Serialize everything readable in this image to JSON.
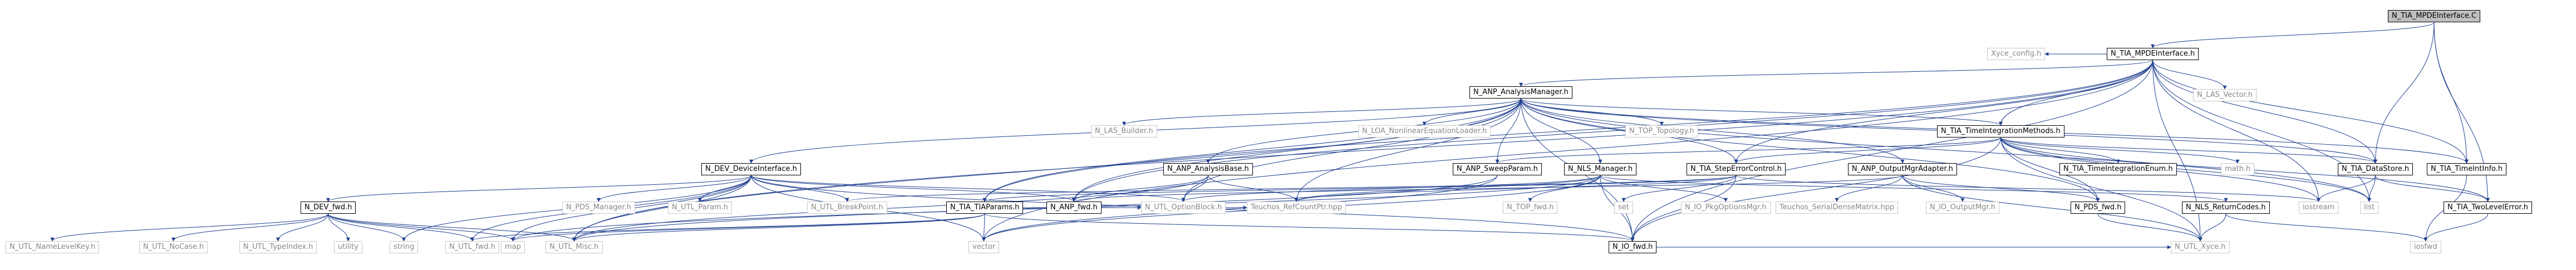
{
  "diagram": {
    "root": "N_TIA_MPDEInterface.C",
    "nodes": [
      {
        "id": "n_root",
        "label": "N_TIA_MPDEInterface.C",
        "kind": "root"
      },
      {
        "id": "n_mpde_h",
        "label": "N_TIA_MPDEInterface.h",
        "kind": "doc"
      },
      {
        "id": "n_xyce_config",
        "label": "Xyce_config.h",
        "kind": "ext"
      },
      {
        "id": "n_anp_am",
        "label": "N_ANP_AnalysisManager.h",
        "kind": "doc"
      },
      {
        "id": "n_las_vector",
        "label": "N_LAS_Vector.h",
        "kind": "ext"
      },
      {
        "id": "n_las_builder",
        "label": "N_LAS_Builder.h",
        "kind": "ext"
      },
      {
        "id": "n_loa_nonlin",
        "label": "N_LOA_NonlinearEquationLoader.h",
        "kind": "ext"
      },
      {
        "id": "n_top_topology",
        "label": "N_TOP_Topology.h",
        "kind": "ext"
      },
      {
        "id": "n_tia_tim",
        "label": "N_TIA_TimeIntegrationMethods.h",
        "kind": "doc"
      },
      {
        "id": "n_dev_di",
        "label": "N_DEV_DeviceInterface.h",
        "kind": "doc"
      },
      {
        "id": "n_anp_ab",
        "label": "N_ANP_AnalysisBase.h",
        "kind": "doc"
      },
      {
        "id": "n_anp_sweep",
        "label": "N_ANP_SweepParam.h",
        "kind": "doc"
      },
      {
        "id": "n_nls_mgr",
        "label": "N_NLS_Manager.h",
        "kind": "doc"
      },
      {
        "id": "n_tia_sec",
        "label": "N_TIA_StepErrorControl.h",
        "kind": "doc"
      },
      {
        "id": "n_anp_oma",
        "label": "N_ANP_OutputMgrAdapter.h",
        "kind": "doc"
      },
      {
        "id": "n_tia_tienum",
        "label": "N_TIA_TimeIntegrationEnum.h",
        "kind": "doc"
      },
      {
        "id": "n_math",
        "label": "math.h",
        "kind": "ext"
      },
      {
        "id": "n_tia_ds",
        "label": "N_TIA_DataStore.h",
        "kind": "doc"
      },
      {
        "id": "n_tia_tii",
        "label": "N_TIA_TimeIntInfo.h",
        "kind": "doc"
      },
      {
        "id": "n_dev_fwd",
        "label": "N_DEV_fwd.h",
        "kind": "doc"
      },
      {
        "id": "n_pds_mgr",
        "label": "N_PDS_Manager.h",
        "kind": "ext"
      },
      {
        "id": "n_utl_param",
        "label": "N_UTL_Param.h",
        "kind": "ext"
      },
      {
        "id": "n_utl_bp",
        "label": "N_UTL_BreakPoint.h",
        "kind": "ext"
      },
      {
        "id": "n_anp_fwd",
        "label": "N_ANP_fwd.h",
        "kind": "doc"
      },
      {
        "id": "n_utl_ob",
        "label": "N_UTL_OptionBlock.h",
        "kind": "ext"
      },
      {
        "id": "n_teuchos_rcp",
        "label": "Teuchos_RefCountPtr.hpp",
        "kind": "ext"
      },
      {
        "id": "n_tia_tp",
        "label": "N_TIA_TIAParams.h",
        "kind": "doc"
      },
      {
        "id": "n_top_fwd",
        "label": "N_TOP_fwd.h",
        "kind": "ext"
      },
      {
        "id": "n_set",
        "label": "set",
        "kind": "ext"
      },
      {
        "id": "n_io_pkg",
        "label": "N_IO_PkgOptionsMgr.h",
        "kind": "ext"
      },
      {
        "id": "n_teuchos_sdm",
        "label": "Teuchos_SerialDenseMatrix.hpp",
        "kind": "ext"
      },
      {
        "id": "n_io_om",
        "label": "N_IO_OutputMgr.h",
        "kind": "ext"
      },
      {
        "id": "n_pds_fwd",
        "label": "N_PDS_fwd.h",
        "kind": "doc"
      },
      {
        "id": "n_nls_rc",
        "label": "N_NLS_ReturnCodes.h",
        "kind": "doc"
      },
      {
        "id": "n_iostream",
        "label": "iostream",
        "kind": "ext"
      },
      {
        "id": "n_list",
        "label": "list",
        "kind": "ext"
      },
      {
        "id": "n_tia_tle",
        "label": "N_TIA_TwoLevelError.h",
        "kind": "doc"
      },
      {
        "id": "n_iosfwd",
        "label": "iosfwd",
        "kind": "ext"
      },
      {
        "id": "n_utl_nlk",
        "label": "N_UTL_NameLevelKey.h",
        "kind": "ext"
      },
      {
        "id": "n_utl_nocase",
        "label": "N_UTL_NoCase.h",
        "kind": "ext"
      },
      {
        "id": "n_utl_ti",
        "label": "N_UTL_TypeIndex.h",
        "kind": "ext"
      },
      {
        "id": "n_utility",
        "label": "utility",
        "kind": "ext"
      },
      {
        "id": "n_string",
        "label": "string",
        "kind": "ext"
      },
      {
        "id": "n_utl_fwd",
        "label": "N_UTL_fwd.h",
        "kind": "ext"
      },
      {
        "id": "n_map",
        "label": "map",
        "kind": "ext"
      },
      {
        "id": "n_utl_misc",
        "label": "N_UTL_Misc.h",
        "kind": "ext"
      },
      {
        "id": "n_vector",
        "label": "vector",
        "kind": "ext"
      },
      {
        "id": "n_io_fwd",
        "label": "N_IO_fwd.h",
        "kind": "doc"
      },
      {
        "id": "n_utl_xyce",
        "label": "N_UTL_Xyce.h",
        "kind": "ext"
      }
    ],
    "edges": [
      [
        "n_root",
        "n_mpde_h"
      ],
      [
        "n_root",
        "n_tia_tii"
      ],
      [
        "n_root",
        "n_tia_tle"
      ],
      [
        "n_root",
        "n_tia_ds"
      ],
      [
        "n_mpde_h",
        "n_xyce_config"
      ],
      [
        "n_mpde_h",
        "n_anp_am"
      ],
      [
        "n_mpde_h",
        "n_las_vector"
      ],
      [
        "n_mpde_h",
        "n_tia_tim"
      ],
      [
        "n_mpde_h",
        "n_tia_tii"
      ],
      [
        "n_mpde_h",
        "n_tia_ds"
      ],
      [
        "n_mpde_h",
        "n_list"
      ],
      [
        "n_mpde_h",
        "n_iostream"
      ],
      [
        "n_mpde_h",
        "n_utl_xyce"
      ],
      [
        "n_mpde_h",
        "n_tia_tp"
      ],
      [
        "n_mpde_h",
        "n_anp_fwd"
      ],
      [
        "n_mpde_h",
        "n_utl_misc"
      ],
      [
        "n_mpde_h",
        "n_vector"
      ],
      [
        "n_mpde_h",
        "n_io_fwd"
      ],
      [
        "n_mpde_h",
        "n_tia_sec"
      ],
      [
        "n_anp_am",
        "n_las_builder"
      ],
      [
        "n_anp_am",
        "n_loa_nonlin"
      ],
      [
        "n_anp_am",
        "n_top_topology"
      ],
      [
        "n_anp_am",
        "n_tia_tim"
      ],
      [
        "n_anp_am",
        "n_dev_di"
      ],
      [
        "n_anp_am",
        "n_anp_ab"
      ],
      [
        "n_anp_am",
        "n_anp_sweep"
      ],
      [
        "n_anp_am",
        "n_nls_mgr"
      ],
      [
        "n_anp_am",
        "n_tia_sec"
      ],
      [
        "n_anp_am",
        "n_anp_oma"
      ],
      [
        "n_anp_am",
        "n_tia_ds"
      ],
      [
        "n_anp_am",
        "n_tia_tii"
      ],
      [
        "n_anp_am",
        "n_anp_fwd"
      ],
      [
        "n_anp_am",
        "n_tia_tp"
      ],
      [
        "n_anp_am",
        "n_utl_ob"
      ],
      [
        "n_anp_am",
        "n_teuchos_rcp"
      ],
      [
        "n_anp_am",
        "n_pds_fwd"
      ],
      [
        "n_anp_am",
        "n_io_fwd"
      ],
      [
        "n_anp_am",
        "n_utl_misc"
      ],
      [
        "n_anp_am",
        "n_list"
      ],
      [
        "n_tia_tim",
        "n_tia_tienum"
      ],
      [
        "n_tia_tim",
        "n_math"
      ],
      [
        "n_tia_tim",
        "n_tia_ds"
      ],
      [
        "n_tia_tim",
        "n_tia_sec"
      ],
      [
        "n_tia_tim",
        "n_anp_sweep"
      ],
      [
        "n_tia_tim",
        "n_list"
      ],
      [
        "n_tia_tim",
        "n_iostream"
      ],
      [
        "n_tia_tim",
        "n_utl_xyce"
      ],
      [
        "n_tia_tim",
        "n_io_fwd"
      ],
      [
        "n_tia_tim",
        "n_tia_tle"
      ],
      [
        "n_tia_tim",
        "n_pds_fwd"
      ],
      [
        "n_dev_di",
        "n_dev_fwd"
      ],
      [
        "n_dev_di",
        "n_pds_mgr"
      ],
      [
        "n_dev_di",
        "n_utl_param"
      ],
      [
        "n_dev_di",
        "n_utl_bp"
      ],
      [
        "n_dev_di",
        "n_utl_ob"
      ],
      [
        "n_dev_di",
        "n_string"
      ],
      [
        "n_dev_di",
        "n_map"
      ],
      [
        "n_dev_di",
        "n_utl_fwd"
      ],
      [
        "n_dev_di",
        "n_utl_misc"
      ],
      [
        "n_dev_di",
        "n_vector"
      ],
      [
        "n_dev_di",
        "n_anp_fwd"
      ],
      [
        "n_dev_di",
        "n_io_fwd"
      ],
      [
        "n_anp_ab",
        "n_anp_fwd"
      ],
      [
        "n_anp_ab",
        "n_utl_ob"
      ],
      [
        "n_anp_ab",
        "n_teuchos_rcp"
      ],
      [
        "n_anp_ab",
        "n_utl_misc"
      ],
      [
        "n_anp_sweep",
        "n_vector"
      ],
      [
        "n_anp_sweep",
        "n_utl_misc"
      ],
      [
        "n_nls_mgr",
        "n_top_fwd"
      ],
      [
        "n_nls_mgr",
        "n_io_pkg"
      ],
      [
        "n_nls_mgr",
        "n_utl_ob"
      ],
      [
        "n_nls_mgr",
        "n_teuchos_rcp"
      ],
      [
        "n_nls_mgr",
        "n_nls_rc"
      ],
      [
        "n_nls_mgr",
        "n_io_fwd"
      ],
      [
        "n_nls_mgr",
        "n_vector"
      ],
      [
        "n_nls_mgr",
        "n_map"
      ],
      [
        "n_tia_sec",
        "n_set"
      ],
      [
        "n_tia_sec",
        "n_utl_bp"
      ],
      [
        "n_tia_sec",
        "n_tia_tp"
      ],
      [
        "n_tia_sec",
        "n_io_fwd"
      ],
      [
        "n_tia_sec",
        "n_teuchos_rcp"
      ],
      [
        "n_tia_sec",
        "n_iostream"
      ],
      [
        "n_anp_oma",
        "n_teuchos_sdm"
      ],
      [
        "n_anp_oma",
        "n_io_om"
      ],
      [
        "n_anp_oma",
        "n_pds_fwd"
      ],
      [
        "n_anp_oma",
        "n_anp_fwd"
      ],
      [
        "n_anp_oma",
        "n_utl_xyce"
      ],
      [
        "n_tia_ds",
        "n_list"
      ],
      [
        "n_tia_ds",
        "n_iostream"
      ],
      [
        "n_tia_ds",
        "n_tia_tle"
      ],
      [
        "n_tia_tle",
        "n_iosfwd"
      ],
      [
        "n_tia_tii",
        "n_iosfwd"
      ],
      [
        "n_dev_fwd",
        "n_utl_nlk"
      ],
      [
        "n_dev_fwd",
        "n_utl_nocase"
      ],
      [
        "n_dev_fwd",
        "n_utl_ti"
      ],
      [
        "n_dev_fwd",
        "n_utility"
      ],
      [
        "n_dev_fwd",
        "n_string"
      ],
      [
        "n_dev_fwd",
        "n_utl_fwd"
      ],
      [
        "n_dev_fwd",
        "n_map"
      ],
      [
        "n_dev_fwd",
        "n_utl_misc"
      ],
      [
        "n_tia_tp",
        "n_map"
      ],
      [
        "n_tia_tp",
        "n_utl_fwd"
      ],
      [
        "n_tia_tp",
        "n_utl_misc"
      ],
      [
        "n_tia_tp",
        "n_io_fwd"
      ],
      [
        "n_tia_tp",
        "n_utl_ob"
      ],
      [
        "n_tia_tp",
        "n_teuchos_rcp"
      ],
      [
        "n_tia_tp",
        "n_vector"
      ],
      [
        "n_nls_rc",
        "n_utl_xyce"
      ],
      [
        "n_nls_rc",
        "n_iosfwd"
      ],
      [
        "n_pds_fwd",
        "n_utl_xyce"
      ],
      [
        "n_io_fwd",
        "n_utl_xyce"
      ]
    ]
  }
}
